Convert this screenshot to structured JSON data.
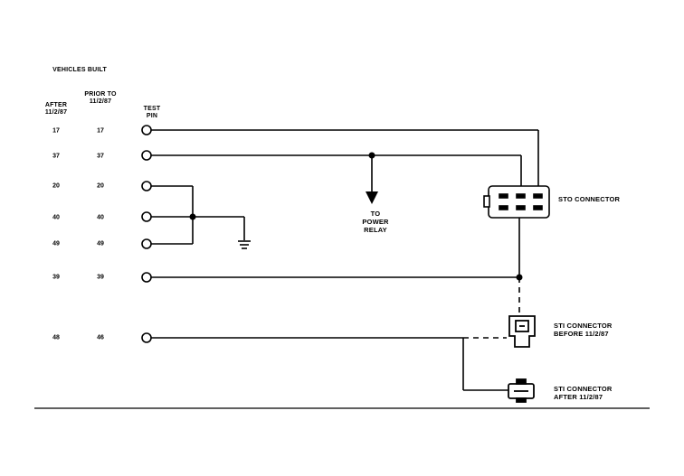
{
  "header": {
    "vehicles_built": "VEHICLES BUILT",
    "after": "AFTER 11/2/87",
    "prior_to": "PRIOR TO 11/2/87",
    "test_pin": "TEST PIN"
  },
  "rows": [
    {
      "after": "17",
      "prior": "17"
    },
    {
      "after": "37",
      "prior": "37"
    },
    {
      "after": "20",
      "prior": "20"
    },
    {
      "after": "40",
      "prior": "40"
    },
    {
      "after": "49",
      "prior": "49"
    },
    {
      "after": "39",
      "prior": "39"
    },
    {
      "after": "48",
      "prior": "46"
    }
  ],
  "labels": {
    "power_relay": "TO POWER RELAY",
    "sto_connector": "STO CONNECTOR",
    "sti_before": "STI CONNECTOR BEFORE 11/2/87",
    "sti_after": "STI CONNECTOR AFTER 11/2/87"
  }
}
